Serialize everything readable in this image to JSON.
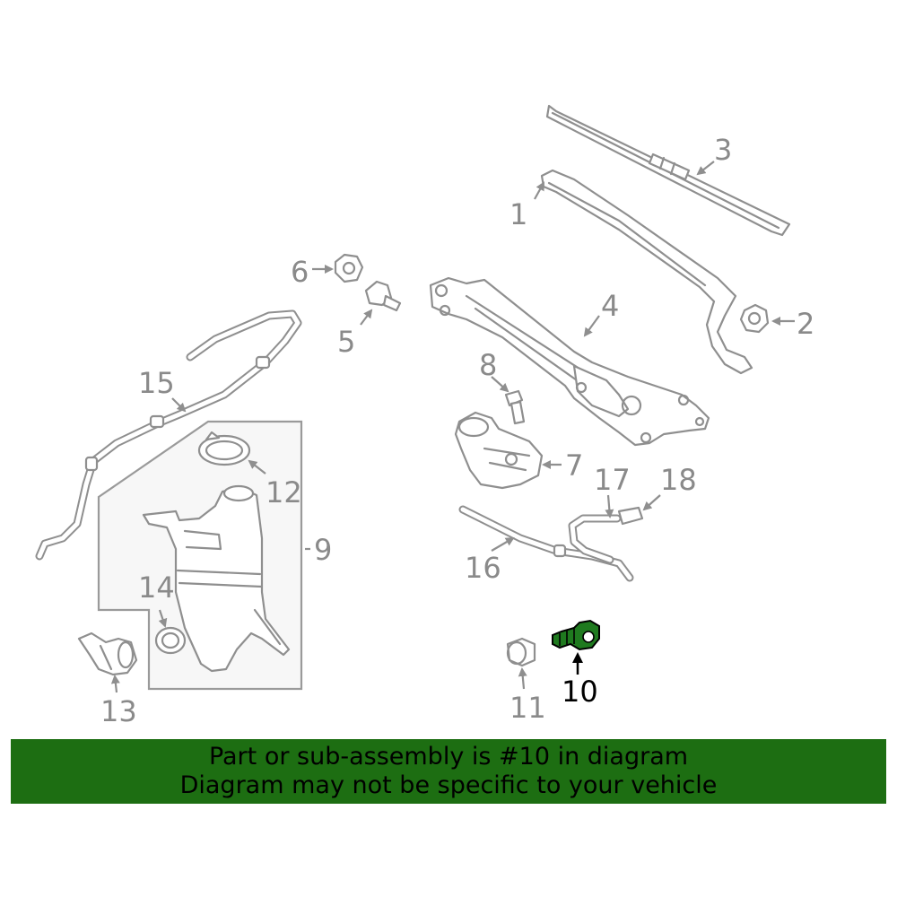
{
  "diagram": {
    "callouts": {
      "c1": "1",
      "c2": "2",
      "c3": "3",
      "c4": "4",
      "c5": "5",
      "c6": "6",
      "c7": "7",
      "c8": "8",
      "c9": "9",
      "c10": "10",
      "c11": "11",
      "c12": "12",
      "c13": "13",
      "c14": "14",
      "c15": "15",
      "c16": "16",
      "c17": "17",
      "c18": "18"
    },
    "highlighted_part": "10",
    "colors": {
      "highlight": "#1f7a1f",
      "banner": "#1d6e12",
      "line_art": "#8f8f8f"
    }
  },
  "banner": {
    "line1": "Part or sub-assembly is #10 in diagram",
    "line2": "Diagram may not be specific to your vehicle"
  }
}
